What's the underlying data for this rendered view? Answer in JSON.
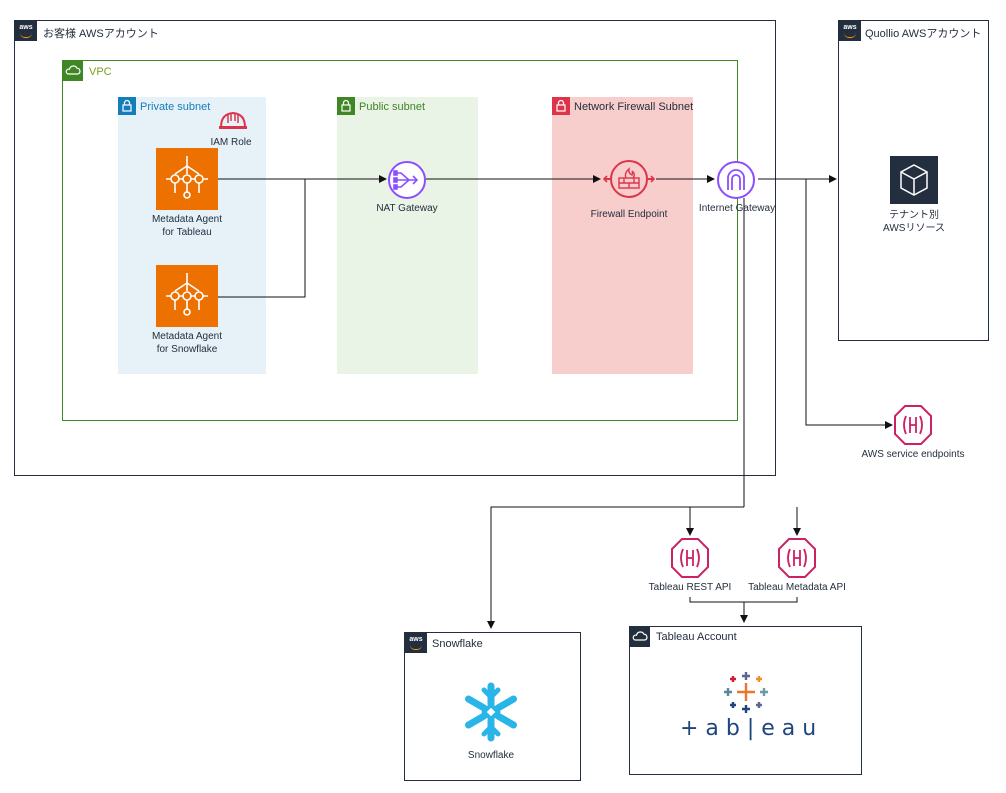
{
  "customer_account": {
    "title": "お客様 AWSアカウント",
    "badge": "aws"
  },
  "vpc": {
    "title": "VPC"
  },
  "private_subnet": {
    "title": "Private subnet"
  },
  "public_subnet": {
    "title": "Public subnet"
  },
  "firewall_subnet": {
    "title": "Network Firewall Subnet"
  },
  "iam_role": {
    "label": "IAM Role"
  },
  "agent_tableau": {
    "line1": "Metadata Agent",
    "line2": "for Tableau"
  },
  "agent_snowflake": {
    "line1": "Metadata Agent",
    "line2": "for Snowflake"
  },
  "nat_gateway": {
    "label": "NAT Gateway"
  },
  "firewall_endpoint": {
    "label": "Firewall Endpoint"
  },
  "internet_gateway": {
    "label": "Internet Gateway"
  },
  "quollio_account": {
    "title": "Quollio AWSアカウント",
    "badge": "aws"
  },
  "tenant_resource": {
    "line1": "テナント別",
    "line2": "AWSリソース"
  },
  "aws_service_endpoints": {
    "label": "AWS service endpoints"
  },
  "tableau_rest_api": {
    "label": "Tableau REST API"
  },
  "tableau_metadata_api": {
    "label": "Tableau Metadata API"
  },
  "snowflake_box": {
    "title": "Snowflake",
    "logo_label": "Snowflake",
    "badge": "aws"
  },
  "tableau_account": {
    "title": "Tableau Account",
    "logo_text": "+ a b | e a u"
  },
  "colors": {
    "aws_dark": "#232f3e",
    "vpc_green": "#3f8624",
    "private_blue": "#147eba",
    "private_fill": "#e6f2f8",
    "public_fill": "#e9f3e6",
    "firewall_fill": "#f8cecc",
    "firewall_red": "#dd344c",
    "compute_orange": "#ed7100",
    "igw_purple": "#8c4fff",
    "api_pink": "#cc2264",
    "snowflake_blue": "#29b5e8",
    "tableau_navy": "#1f457e"
  }
}
